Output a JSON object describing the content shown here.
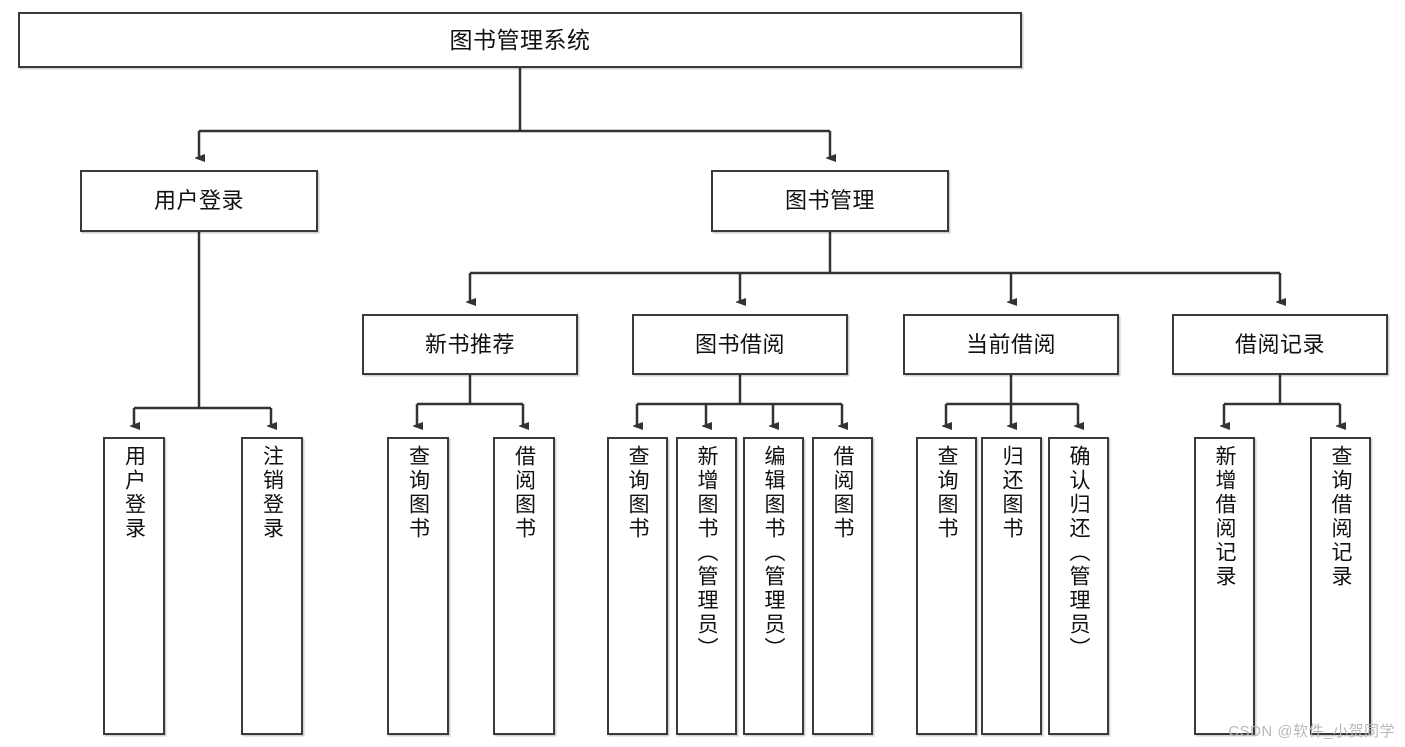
{
  "diagram": {
    "title": "图书管理系统",
    "type": "tree",
    "root": {
      "label": "图书管理系统"
    },
    "level1": [
      {
        "label": "用户登录"
      },
      {
        "label": "图书管理"
      }
    ],
    "level2": [
      {
        "label": "新书推荐"
      },
      {
        "label": "图书借阅"
      },
      {
        "label": "当前借阅"
      },
      {
        "label": "借阅记录"
      }
    ],
    "leaves": {
      "user_login": [
        {
          "label": "用户登录"
        },
        {
          "label": "注销登录"
        }
      ],
      "new_book_recommend": [
        {
          "label": "查询图书"
        },
        {
          "label": "借阅图书"
        }
      ],
      "book_borrow": [
        {
          "label": "查询图书"
        },
        {
          "label": "新增图书（管理员）"
        },
        {
          "label": "编辑图书（管理员）"
        },
        {
          "label": "借阅图书"
        }
      ],
      "current_borrow": [
        {
          "label": "查询图书"
        },
        {
          "label": "归还图书"
        },
        {
          "label": "确认归还（管理员）"
        }
      ],
      "borrow_record": [
        {
          "label": "新增借阅记录"
        },
        {
          "label": "查询借阅记录"
        }
      ]
    }
  },
  "watermark": {
    "text": "CSDN @软件_小贺同学"
  },
  "colors": {
    "border": "#3a3a3a",
    "background": "#ffffff",
    "text": "#111111",
    "watermark": "#b9b9b9"
  }
}
